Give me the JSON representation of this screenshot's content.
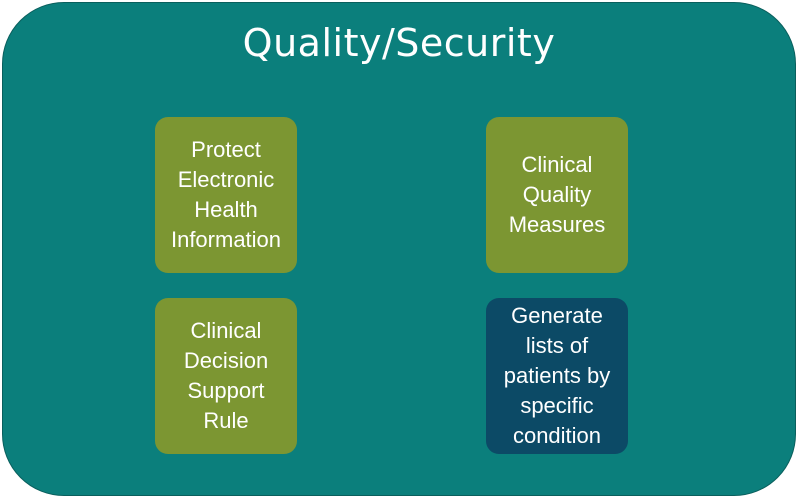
{
  "title": "Quality/Security",
  "colors": {
    "panel": "#0b7f7c",
    "box_green": "#7c9632",
    "box_navy": "#0c4a66",
    "text": "#ffffff"
  },
  "boxes": [
    {
      "label": "Protect\nElectronic\nHealth\nInformation"
    },
    {
      "label": "Clinical\nQuality\nMeasures"
    },
    {
      "label": "Clinical\nDecision\nSupport\nRule"
    },
    {
      "label": "Generate\nlists of\npatients by\nspecific\ncondition"
    }
  ]
}
